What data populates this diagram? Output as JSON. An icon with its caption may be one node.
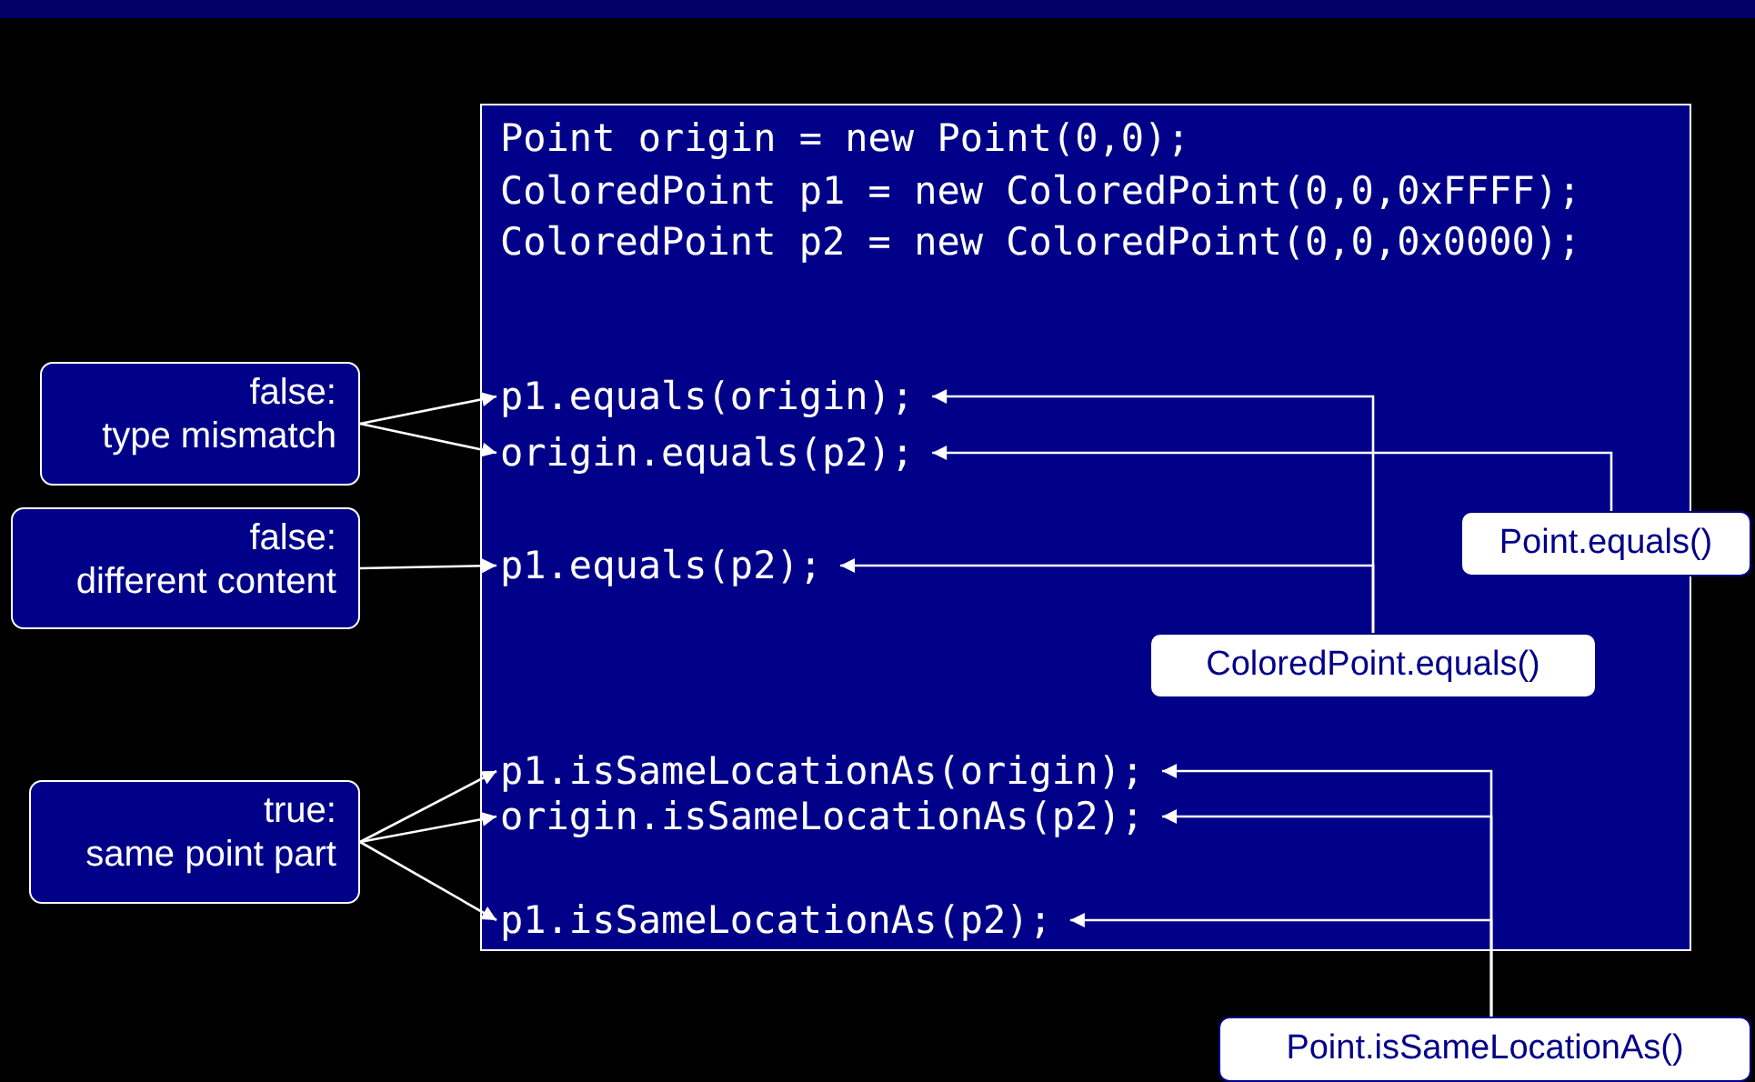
{
  "diagram": {
    "nodes": [
      {
        "text": [
          "Point origin = new Point(0,0);",
          "ColoredPoint p1 = new ColoredPoint(0,0,0xFFFF);",
          "ColoredPoint p2 = new ColoredPoint(0,0,0x0000);"
        ]
      },
      {
        "text": [
          "p1.equals(origin);"
        ],
        "in": 0
      },
      {
        "text": [
          "origin.equals(p2);"
        ],
        "in": 0
      },
      {
        "text": [
          "p1.equals(p2);"
        ],
        "in": 0
      },
      {
        "text": [
          "p1.isSameLocationAs(origin);"
        ],
        "in": 0
      },
      {
        "text": [
          "origin.isSameLocationAs(p2);"
        ],
        "in": 0
      },
      {
        "text": [
          "p1.isSameLocationAs(p2);"
        ],
        "in": 0
      },
      {
        "text": [
          "false:",
          "type mismatch"
        ]
      },
      {
        "text": [
          "false:",
          "different content"
        ]
      },
      {
        "text": [
          "true:",
          "same point part"
        ]
      },
      {
        "text": [
          "Point.equals()"
        ]
      },
      {
        "text": [
          "ColoredPoint.equals()"
        ],
        "in": 0
      },
      {
        "text": [
          "Point.isSameLocationAs()"
        ]
      }
    ],
    "edges": [
      {
        "from": 7,
        "to": 1,
        "arrow": "to"
      },
      {
        "from": 7,
        "to": 2,
        "arrow": "to"
      },
      {
        "from": 8,
        "to": 3,
        "arrow": "to"
      },
      {
        "from": 9,
        "to": 4,
        "arrow": "to"
      },
      {
        "from": 9,
        "to": 5,
        "arrow": "to"
      },
      {
        "from": 9,
        "to": 6,
        "arrow": "to"
      },
      {
        "from": 10,
        "to": 2,
        "arrow": "to"
      },
      {
        "from": 11,
        "to": 1,
        "arrow": "to"
      },
      {
        "from": 11,
        "to": 3,
        "arrow": "to"
      },
      {
        "from": 12,
        "to": 4,
        "arrow": "to"
      },
      {
        "from": 12,
        "to": 5,
        "arrow": "to"
      },
      {
        "from": 12,
        "to": 6,
        "arrow": "to"
      }
    ]
  }
}
